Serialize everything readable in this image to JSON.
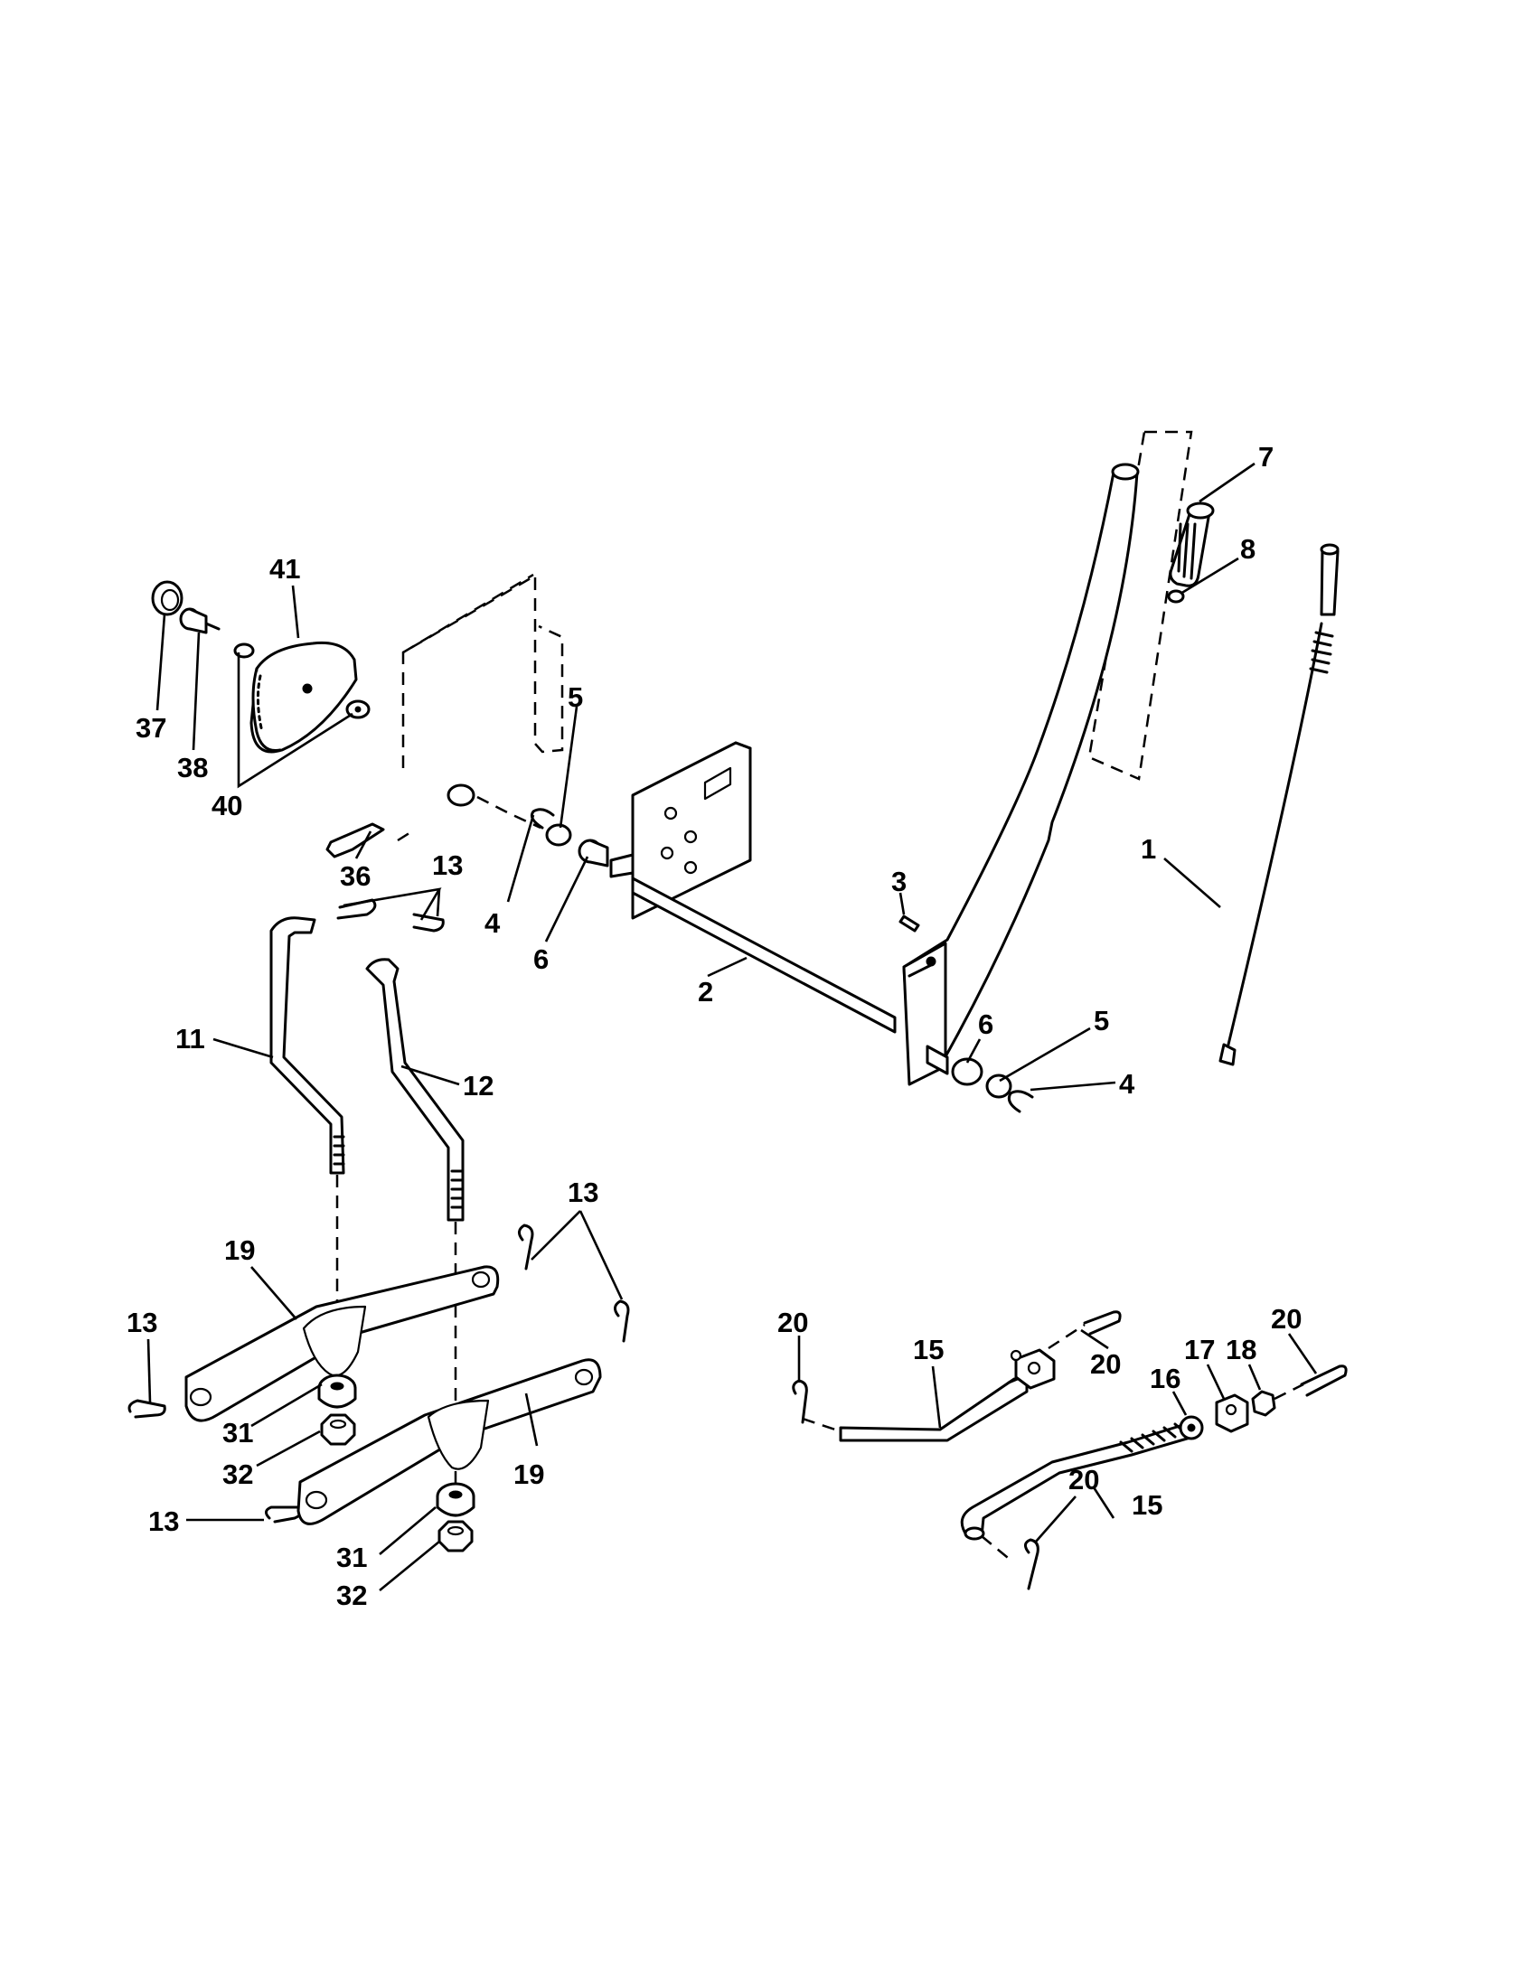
{
  "callouts": {
    "p1": "1",
    "p2": "2",
    "p3": "3",
    "p4a": "4",
    "p4b": "4",
    "p5a": "5",
    "p5b": "5",
    "p6a": "6",
    "p6b": "6",
    "p7": "7",
    "p8": "8",
    "p11": "11",
    "p12": "12",
    "p13a": "13",
    "p13b": "13",
    "p13c": "13",
    "p13d": "13",
    "p15a": "15",
    "p15b": "15",
    "p16": "16",
    "p17": "17",
    "p18": "18",
    "p19a": "19",
    "p19b": "19",
    "p20a": "20",
    "p20b": "20",
    "p20c": "20",
    "p20d": "20",
    "p31a": "31",
    "p31b": "31",
    "p32a": "32",
    "p32b": "32",
    "p36": "36",
    "p37": "37",
    "p38": "38",
    "p40": "40",
    "p41": "41"
  }
}
